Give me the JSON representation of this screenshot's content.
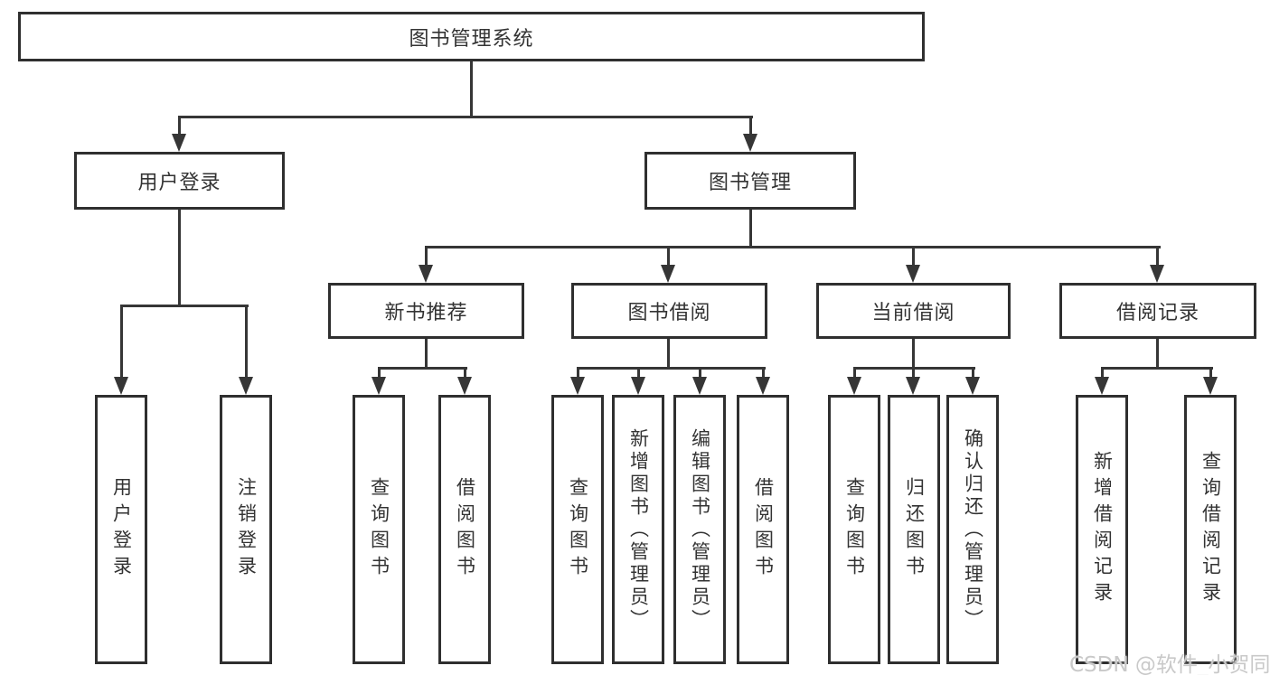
{
  "diagram": {
    "root": {
      "label": "图书管理系统"
    },
    "branches": [
      {
        "label": "用户登录",
        "children": [
          {
            "label": "用户登录"
          },
          {
            "label": "注销登录"
          }
        ]
      },
      {
        "label": "图书管理",
        "children": [
          {
            "label": "新书推荐",
            "children": [
              {
                "label": "查询图书"
              },
              {
                "label": "借阅图书"
              }
            ]
          },
          {
            "label": "图书借阅",
            "children": [
              {
                "label": "查询图书"
              },
              {
                "label": "新增图书（管理员）"
              },
              {
                "label": "编辑图书（管理员）"
              },
              {
                "label": "借阅图书"
              }
            ]
          },
          {
            "label": "当前借阅",
            "children": [
              {
                "label": "查询图书"
              },
              {
                "label": "归还图书"
              },
              {
                "label": "确认归还（管理员）"
              }
            ]
          },
          {
            "label": "借阅记录",
            "children": [
              {
                "label": "新增借阅记录"
              },
              {
                "label": "查询借阅记录"
              }
            ]
          }
        ]
      }
    ]
  },
  "watermark": {
    "text": "CSDN @软件_小贺同学"
  },
  "colors": {
    "line": "#363636",
    "border": "#2f2f2f",
    "text": "#333333",
    "watermark": "#c9c9c9"
  }
}
